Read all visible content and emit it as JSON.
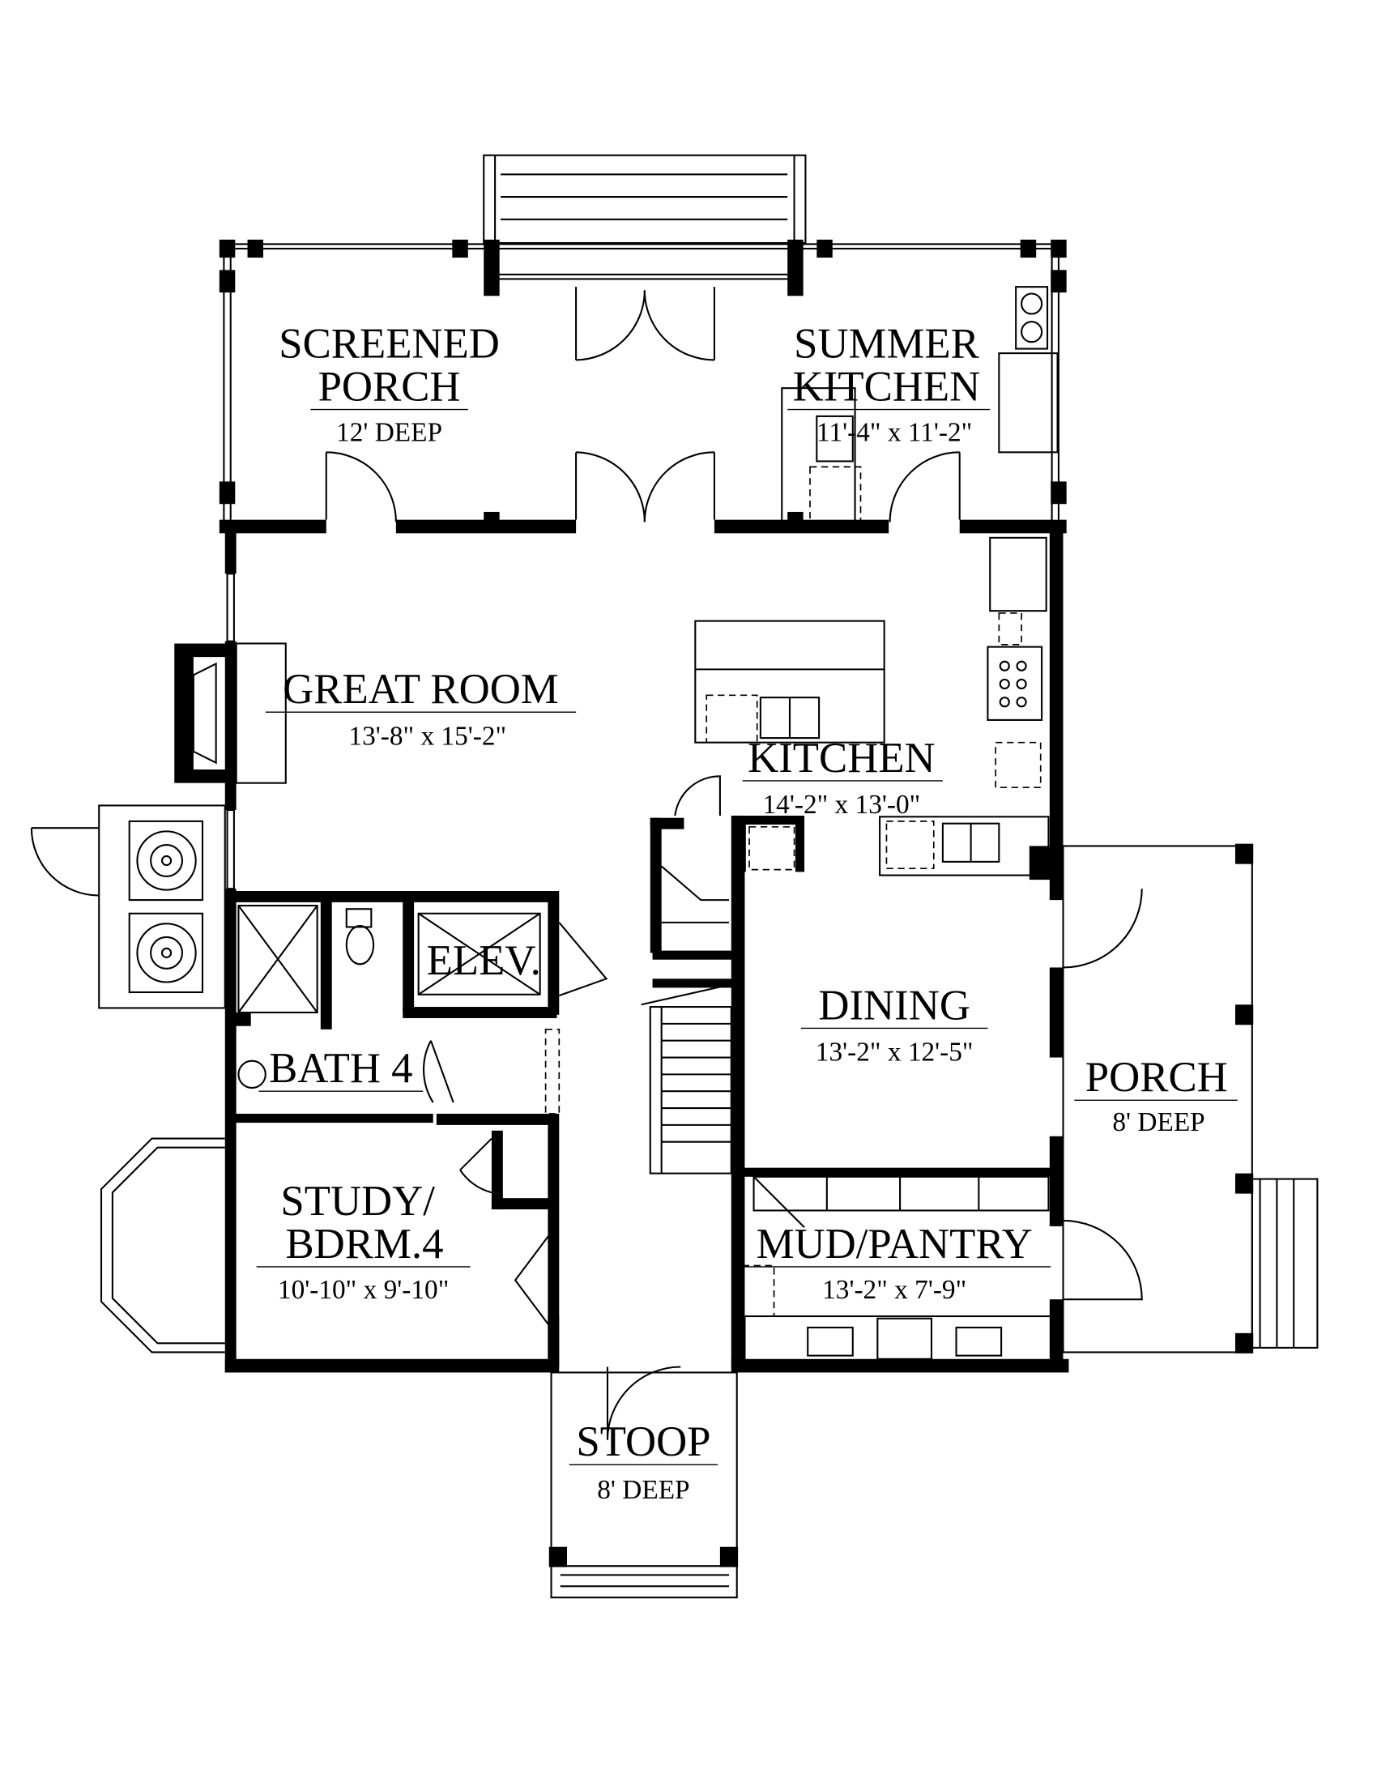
{
  "plan": {
    "rooms": [
      {
        "id": "screened-porch",
        "lines": [
          "SCREENED",
          "PORCH"
        ],
        "dim": "12' DEEP"
      },
      {
        "id": "summer-kitchen",
        "lines": [
          "SUMMER",
          "KITCHEN"
        ],
        "dim": "11'-4\" x 11'-2\""
      },
      {
        "id": "great-room",
        "lines": [
          "GREAT ROOM"
        ],
        "dim": "13'-8\" x 15'-2\""
      },
      {
        "id": "kitchen",
        "lines": [
          "KITCHEN"
        ],
        "dim": "14'-2\" x 13'-0\""
      },
      {
        "id": "elev",
        "lines": [
          "ELEV."
        ]
      },
      {
        "id": "bath-4",
        "lines": [
          "BATH 4"
        ]
      },
      {
        "id": "dining",
        "lines": [
          "DINING"
        ],
        "dim": "13'-2\" x 12'-5\""
      },
      {
        "id": "porch",
        "lines": [
          "PORCH"
        ],
        "dim": "8' DEEP"
      },
      {
        "id": "study",
        "lines": [
          "STUDY/",
          "BDRM.4"
        ],
        "dim": "10'-10\" x 9'-10\""
      },
      {
        "id": "mud-pantry",
        "lines": [
          "MUD/PANTRY"
        ],
        "dim": "13'-2\" x 7'-9\""
      },
      {
        "id": "stoop",
        "lines": [
          "STOOP"
        ],
        "dim": "8' DEEP"
      }
    ]
  }
}
